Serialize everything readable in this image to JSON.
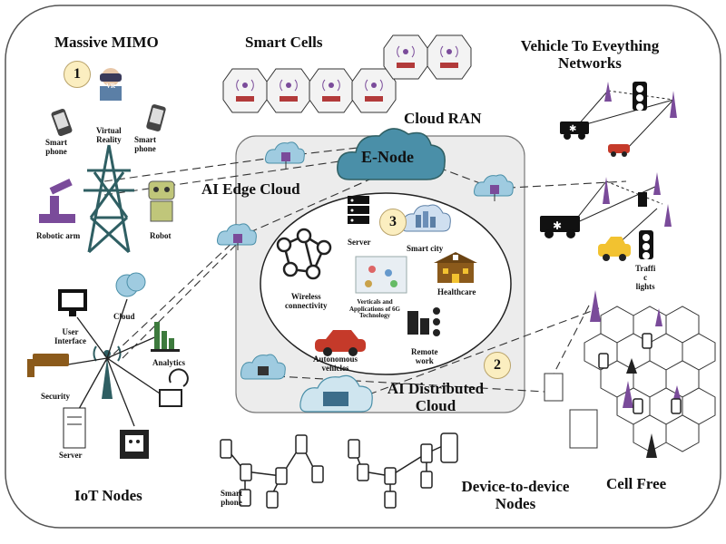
{
  "sections": {
    "massive_mimo": "Massive MIMO",
    "smart_cells": "Smart Cells",
    "v2x_line1": "Vehicle To Eveything",
    "v2x_line2": "Networks",
    "cloud_ran": "Cloud RAN",
    "ai_edge_cloud": "AI Edge Cloud",
    "ai_distributed_line1": "AI Distributed",
    "ai_distributed_line2": "Cloud",
    "iot_nodes": "IoT Nodes",
    "d2d_line1": "Device-to-device",
    "d2d_line2": "Nodes",
    "cell_free": "Cell Free"
  },
  "badges": {
    "one": "1",
    "two": "2",
    "three": "3"
  },
  "enode": "E-Node",
  "labels": {
    "smart_phone_left": "Smart\nphone",
    "virtual_reality": "Virtual\nReality",
    "smart_phone_right": "Smart\nphone",
    "robotic_arm": "Robotic arm",
    "robot": "Robot",
    "vr": "VR",
    "server_center": "Server",
    "smart_city": "Smart city",
    "wireless_connectivity": "Wireless\nconnectivity",
    "verticals": "Verticals and\nApplications of 6G\nTechnology",
    "healthcare": "Healthcare",
    "autonomous_vehicles": "Autonomous\nvehicles",
    "remote_work": "Remote\nwork",
    "cloud": "Cloud",
    "user_interface": "User\nInterface",
    "analytics": "Analytics",
    "security": "Security",
    "server_iot": "Server",
    "smart_phone_d2d": "Smart\nphone",
    "traffic_lights": "Traffi\nc\nlights"
  },
  "colors": {
    "cloud_teal": "#4a8fa8",
    "cloud_light": "#9fcbe0",
    "tower_teal": "#2f5f63",
    "purple": "#7a4b9a",
    "red_box": "#b23a3a",
    "ellipse_bg": "#ffffff",
    "edge_box": "#ececec",
    "badge": "#fbeec0",
    "yellow_car": "#f2c230"
  }
}
